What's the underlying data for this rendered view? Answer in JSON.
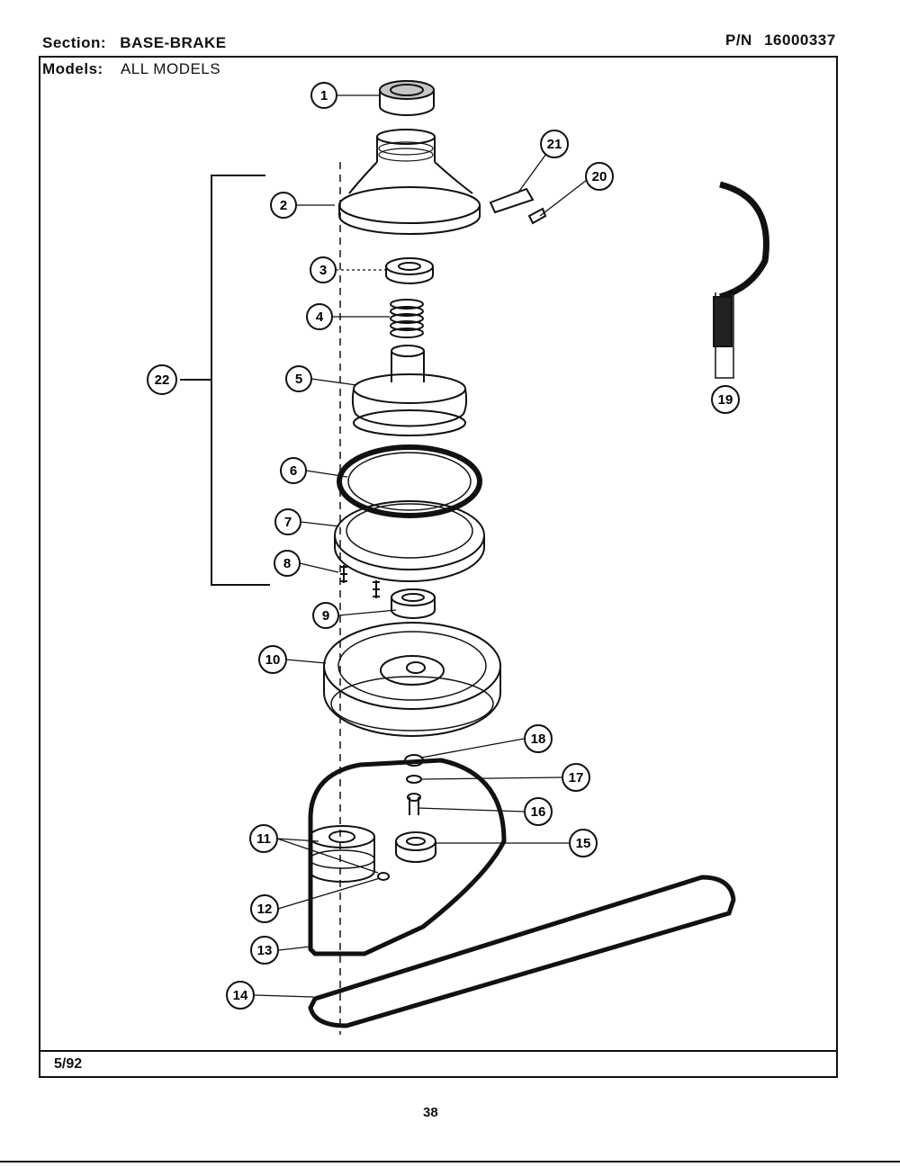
{
  "header": {
    "section_label": "Section:",
    "section_value": "BASE-BRAKE",
    "models_label": "Models:",
    "models_value": "ALL MODELS",
    "pn_label": "P/N",
    "pn_value": "16000337"
  },
  "footer": {
    "date": "5/92",
    "page_number": "38"
  },
  "callouts": [
    "1",
    "2",
    "3",
    "4",
    "5",
    "6",
    "7",
    "8",
    "9",
    "10",
    "11",
    "12",
    "13",
    "14",
    "15",
    "16",
    "17",
    "18",
    "19",
    "20",
    "21",
    "22"
  ]
}
